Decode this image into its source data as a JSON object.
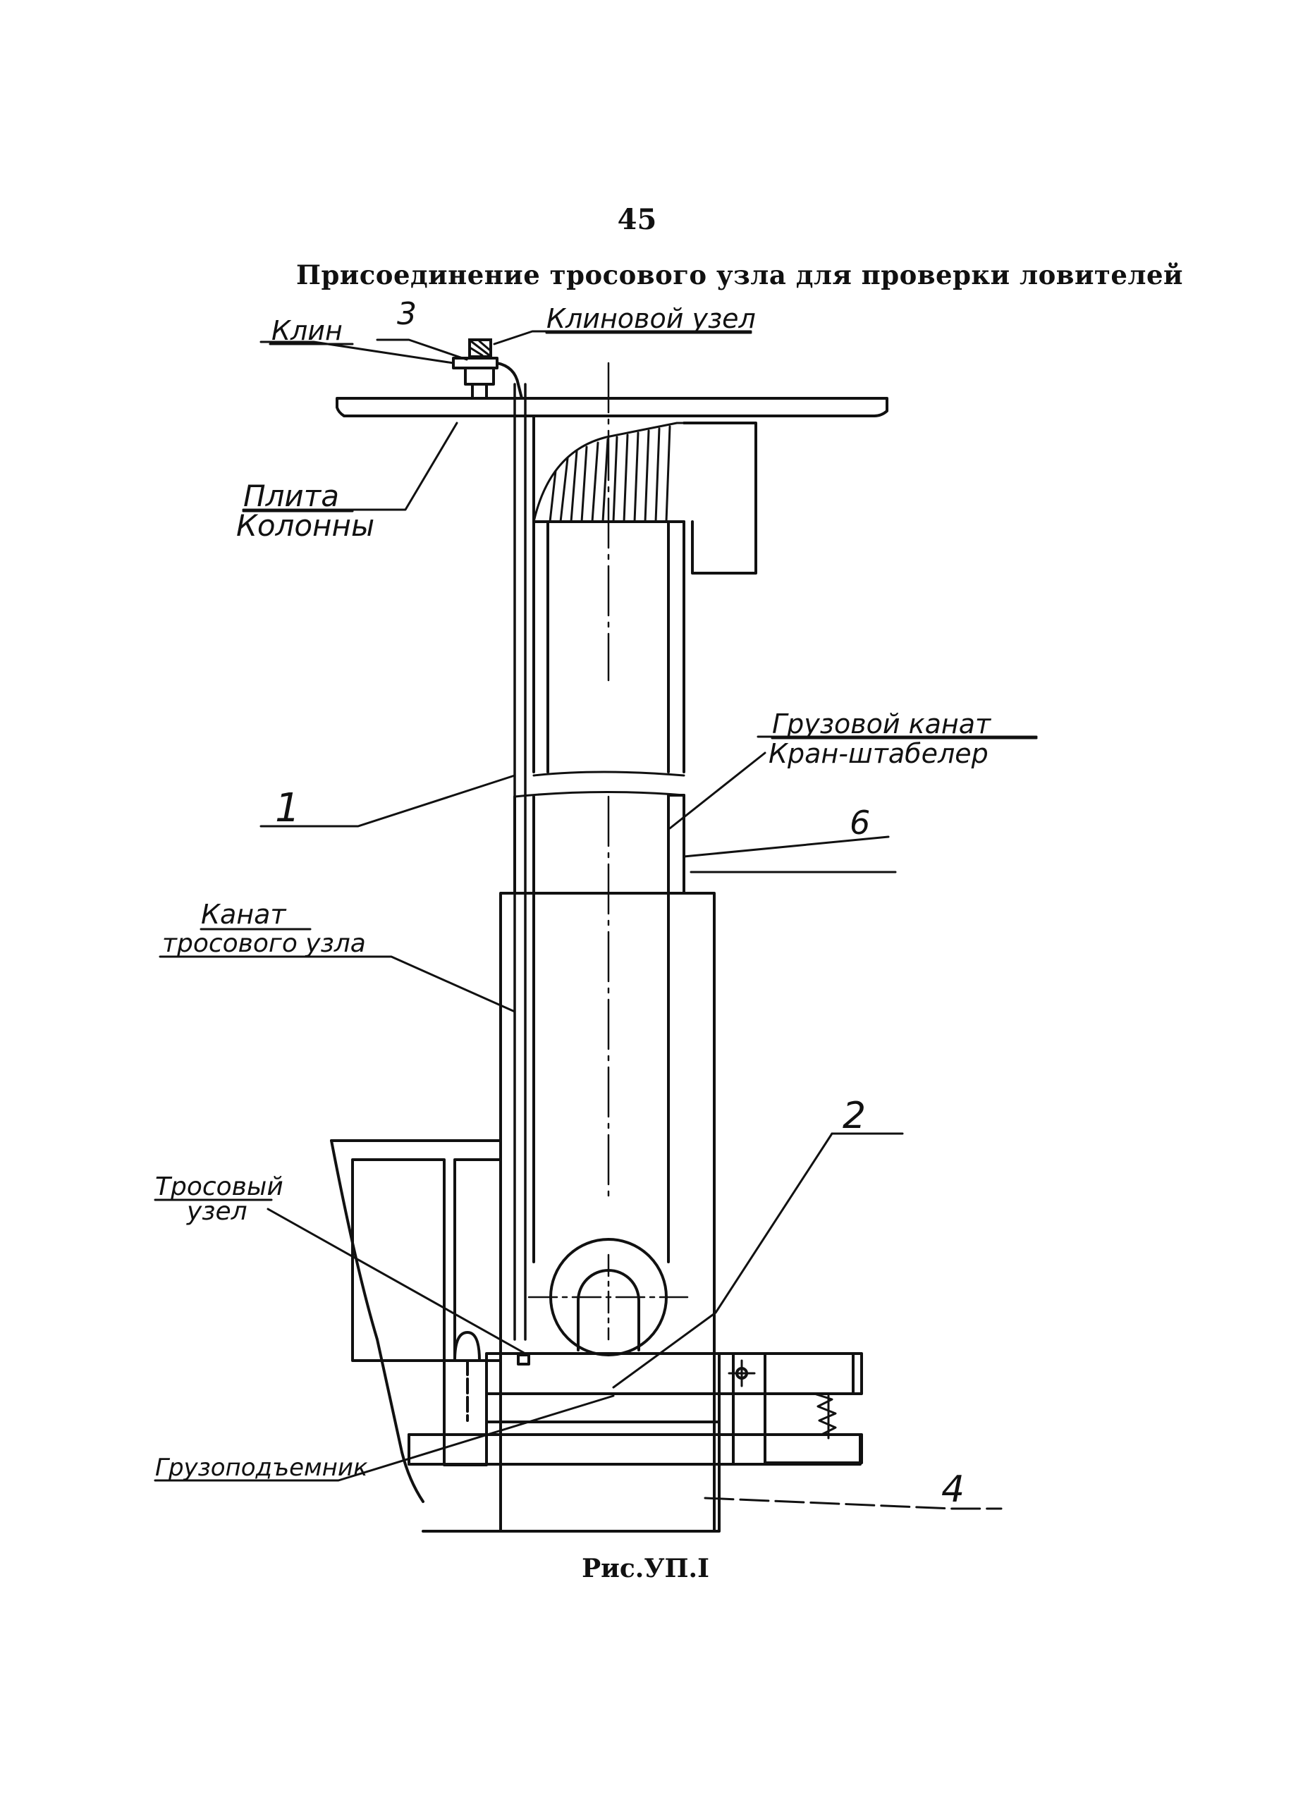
{
  "page": {
    "number": "45",
    "title": "Присоединение тросового узла для проверки ловителей",
    "caption": "Рис.УП.I"
  },
  "labels": {
    "klin": "Клин",
    "num3": "3",
    "klinovoy_uzel": "Клиновой узел",
    "plita_line1": "Плита",
    "plita_line2": "Колонны",
    "gruzovoy_line1": "Грузовой канат",
    "gruzovoy_line2": "Кран-штабелер",
    "num1": "1",
    "num6": "6",
    "kanat_line1": "Канат",
    "kanat_line2": "тросового узла",
    "num2": "2",
    "trosovy_line1": "Тросовый",
    "trosovy_line2": "узел",
    "gruzopodemnik": "Грузоподъемник",
    "num4": "4"
  }
}
